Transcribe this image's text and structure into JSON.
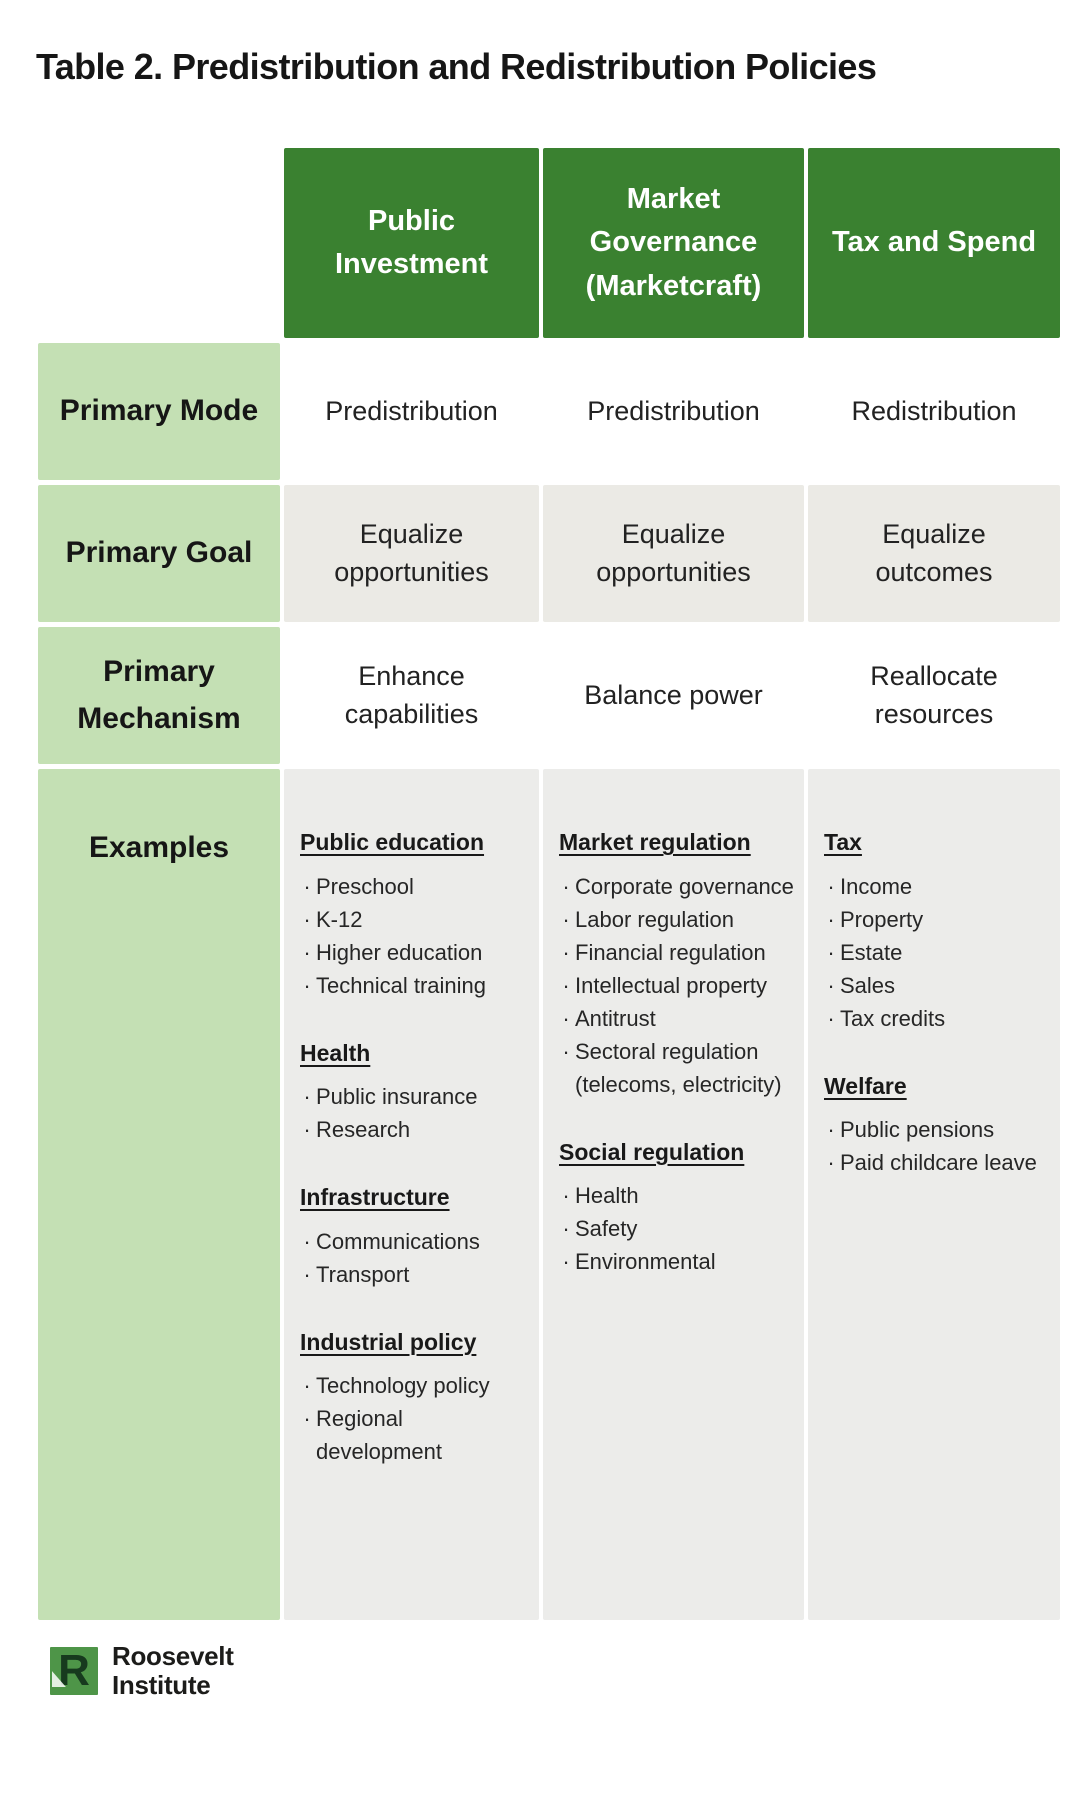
{
  "title": "Table 2. Predistribution and Redistribution Policies",
  "colors": {
    "header-green": "#3A8130",
    "header-text": "#FFFFFF",
    "row-header-green": "#C4E0B4",
    "goal-row-bg": "#EBEAE5",
    "examples-bg": "#ECECEA"
  },
  "table": {
    "bullet": "·",
    "column_headers": [
      "Public Investment",
      "Market Governance (Marketcraft)",
      "Tax and Spend"
    ],
    "simple_rows": [
      {
        "header": "Primary Mode",
        "cells": [
          "Predistribution",
          "Predistribution",
          "Redistribution"
        ]
      },
      {
        "header": "Primary Goal",
        "cells": [
          "Equalize opportunities",
          "Equalize opportunities",
          "Equalize outcomes"
        ]
      },
      {
        "header": "Primary Mechanism",
        "cells": [
          "Enhance capabilities",
          "Balance power",
          "Reallocate resources"
        ]
      }
    ],
    "examples": {
      "header": "Examples",
      "columns": [
        {
          "groups": [
            {
              "heading": "Public education",
              "items": [
                "Preschool",
                "K-12",
                "Higher education",
                "Technical training"
              ]
            },
            {
              "heading": "Health",
              "items": [
                "Public insurance",
                "Research"
              ]
            },
            {
              "heading": "Infrastructure",
              "items": [
                "Communications",
                "Transport"
              ]
            },
            {
              "heading": "Industrial policy",
              "items": [
                "Technology policy",
                "Regional development"
              ]
            }
          ]
        },
        {
          "groups": [
            {
              "heading": "Market regulation",
              "items": [
                "Corporate governance",
                "Labor regulation",
                "Financial regulation",
                "Intellectual property",
                "Antitrust",
                "Sectoral regulation (telecoms, electricity)"
              ]
            },
            {
              "heading": "Social regulation",
              "items": [
                "Health",
                "Safety",
                "Environmental"
              ]
            }
          ]
        },
        {
          "groups": [
            {
              "heading": "Tax",
              "items": [
                "Income",
                "Property",
                "Estate",
                "Sales",
                "Tax credits"
              ]
            },
            {
              "heading": "Welfare",
              "items": [
                "Public pensions",
                "Paid childcare leave"
              ]
            }
          ]
        }
      ]
    }
  },
  "logo": {
    "mark_letter": "R",
    "name_line1": "Roosevelt",
    "name_line2": "Institute"
  }
}
